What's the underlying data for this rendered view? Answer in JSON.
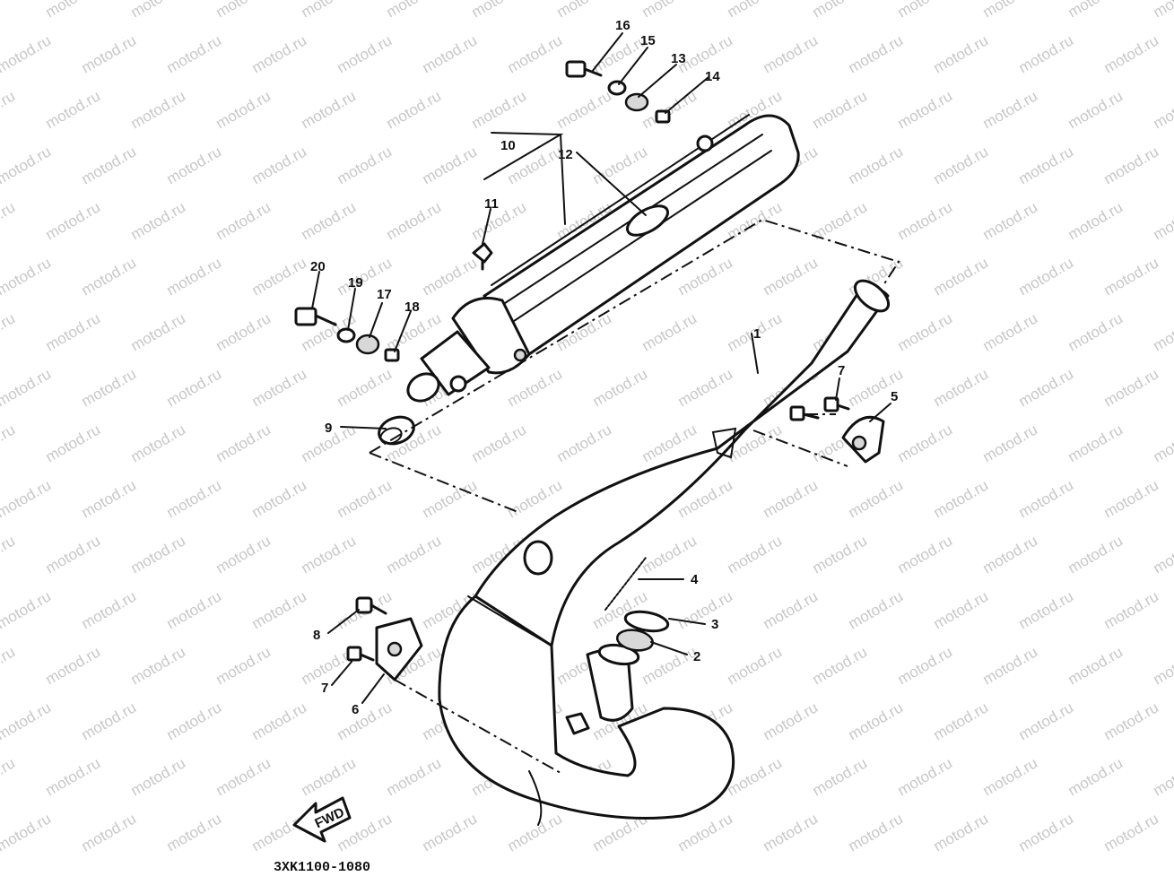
{
  "diagram": {
    "watermark_text": "motod.ru",
    "part_code": "3XK1100-1080",
    "direction_label": "FWD",
    "callouts": [
      "1",
      "2",
      "3",
      "4",
      "5",
      "6",
      "7",
      "7",
      "8",
      "9",
      "10",
      "11",
      "12",
      "13",
      "14",
      "15",
      "16",
      "17",
      "18",
      "19",
      "20"
    ]
  }
}
